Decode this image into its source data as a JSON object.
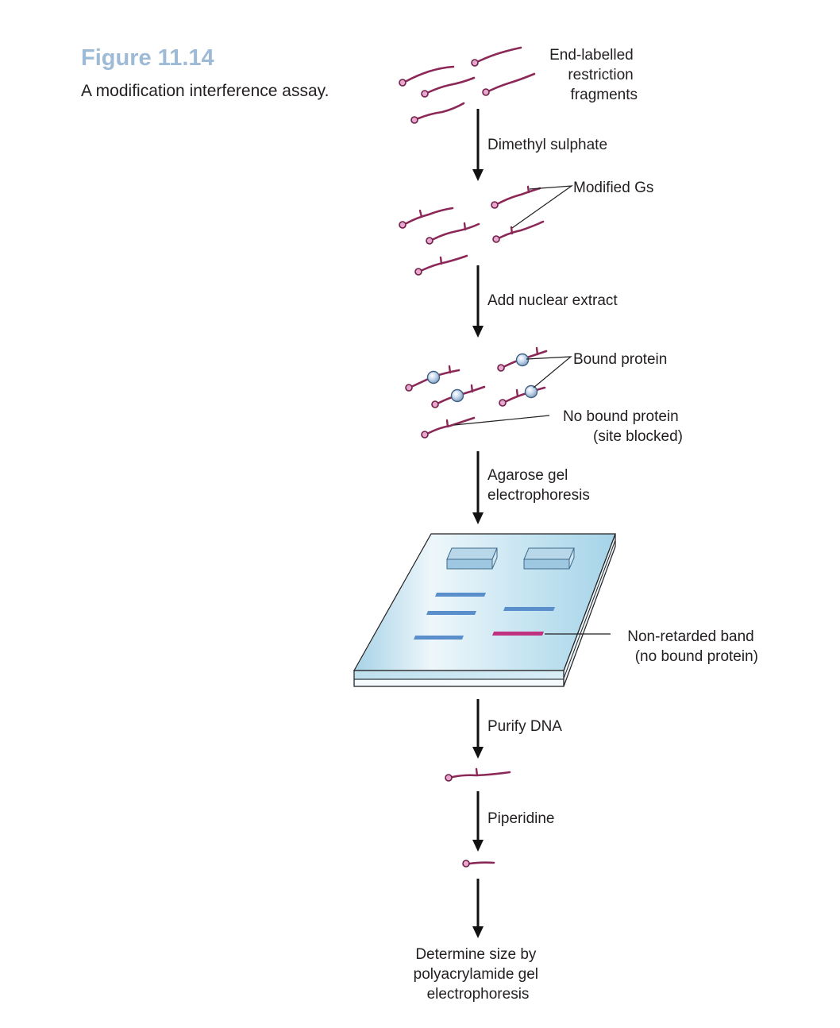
{
  "figure": {
    "number": "Figure 11.14",
    "caption": "A modification interference assay."
  },
  "labels": {
    "fragments": [
      "End-labelled",
      "restriction",
      "fragments"
    ],
    "step1": "Dimethyl sulphate",
    "modified": "Modified Gs",
    "step2": "Add nuclear extract",
    "bound": "Bound protein",
    "unbound": [
      "No bound protein",
      "(site blocked)"
    ],
    "step3": [
      "Agarose gel",
      "electrophoresis"
    ],
    "band": [
      "Non-retarded band",
      "(no bound protein)"
    ],
    "step4": "Purify DNA",
    "step5": "Piperidine",
    "final": [
      "Determine size by",
      "polyacrylamide gel",
      "electrophoresis"
    ]
  },
  "colors": {
    "title": "#9dbad6",
    "dna_strand": "#8b2857",
    "end_label": "#e7a7d0",
    "protein": "#b9cfe6",
    "gel": "#cde6f3",
    "band": "#5b8fcb",
    "non_retarded_band": "#c0327f"
  }
}
